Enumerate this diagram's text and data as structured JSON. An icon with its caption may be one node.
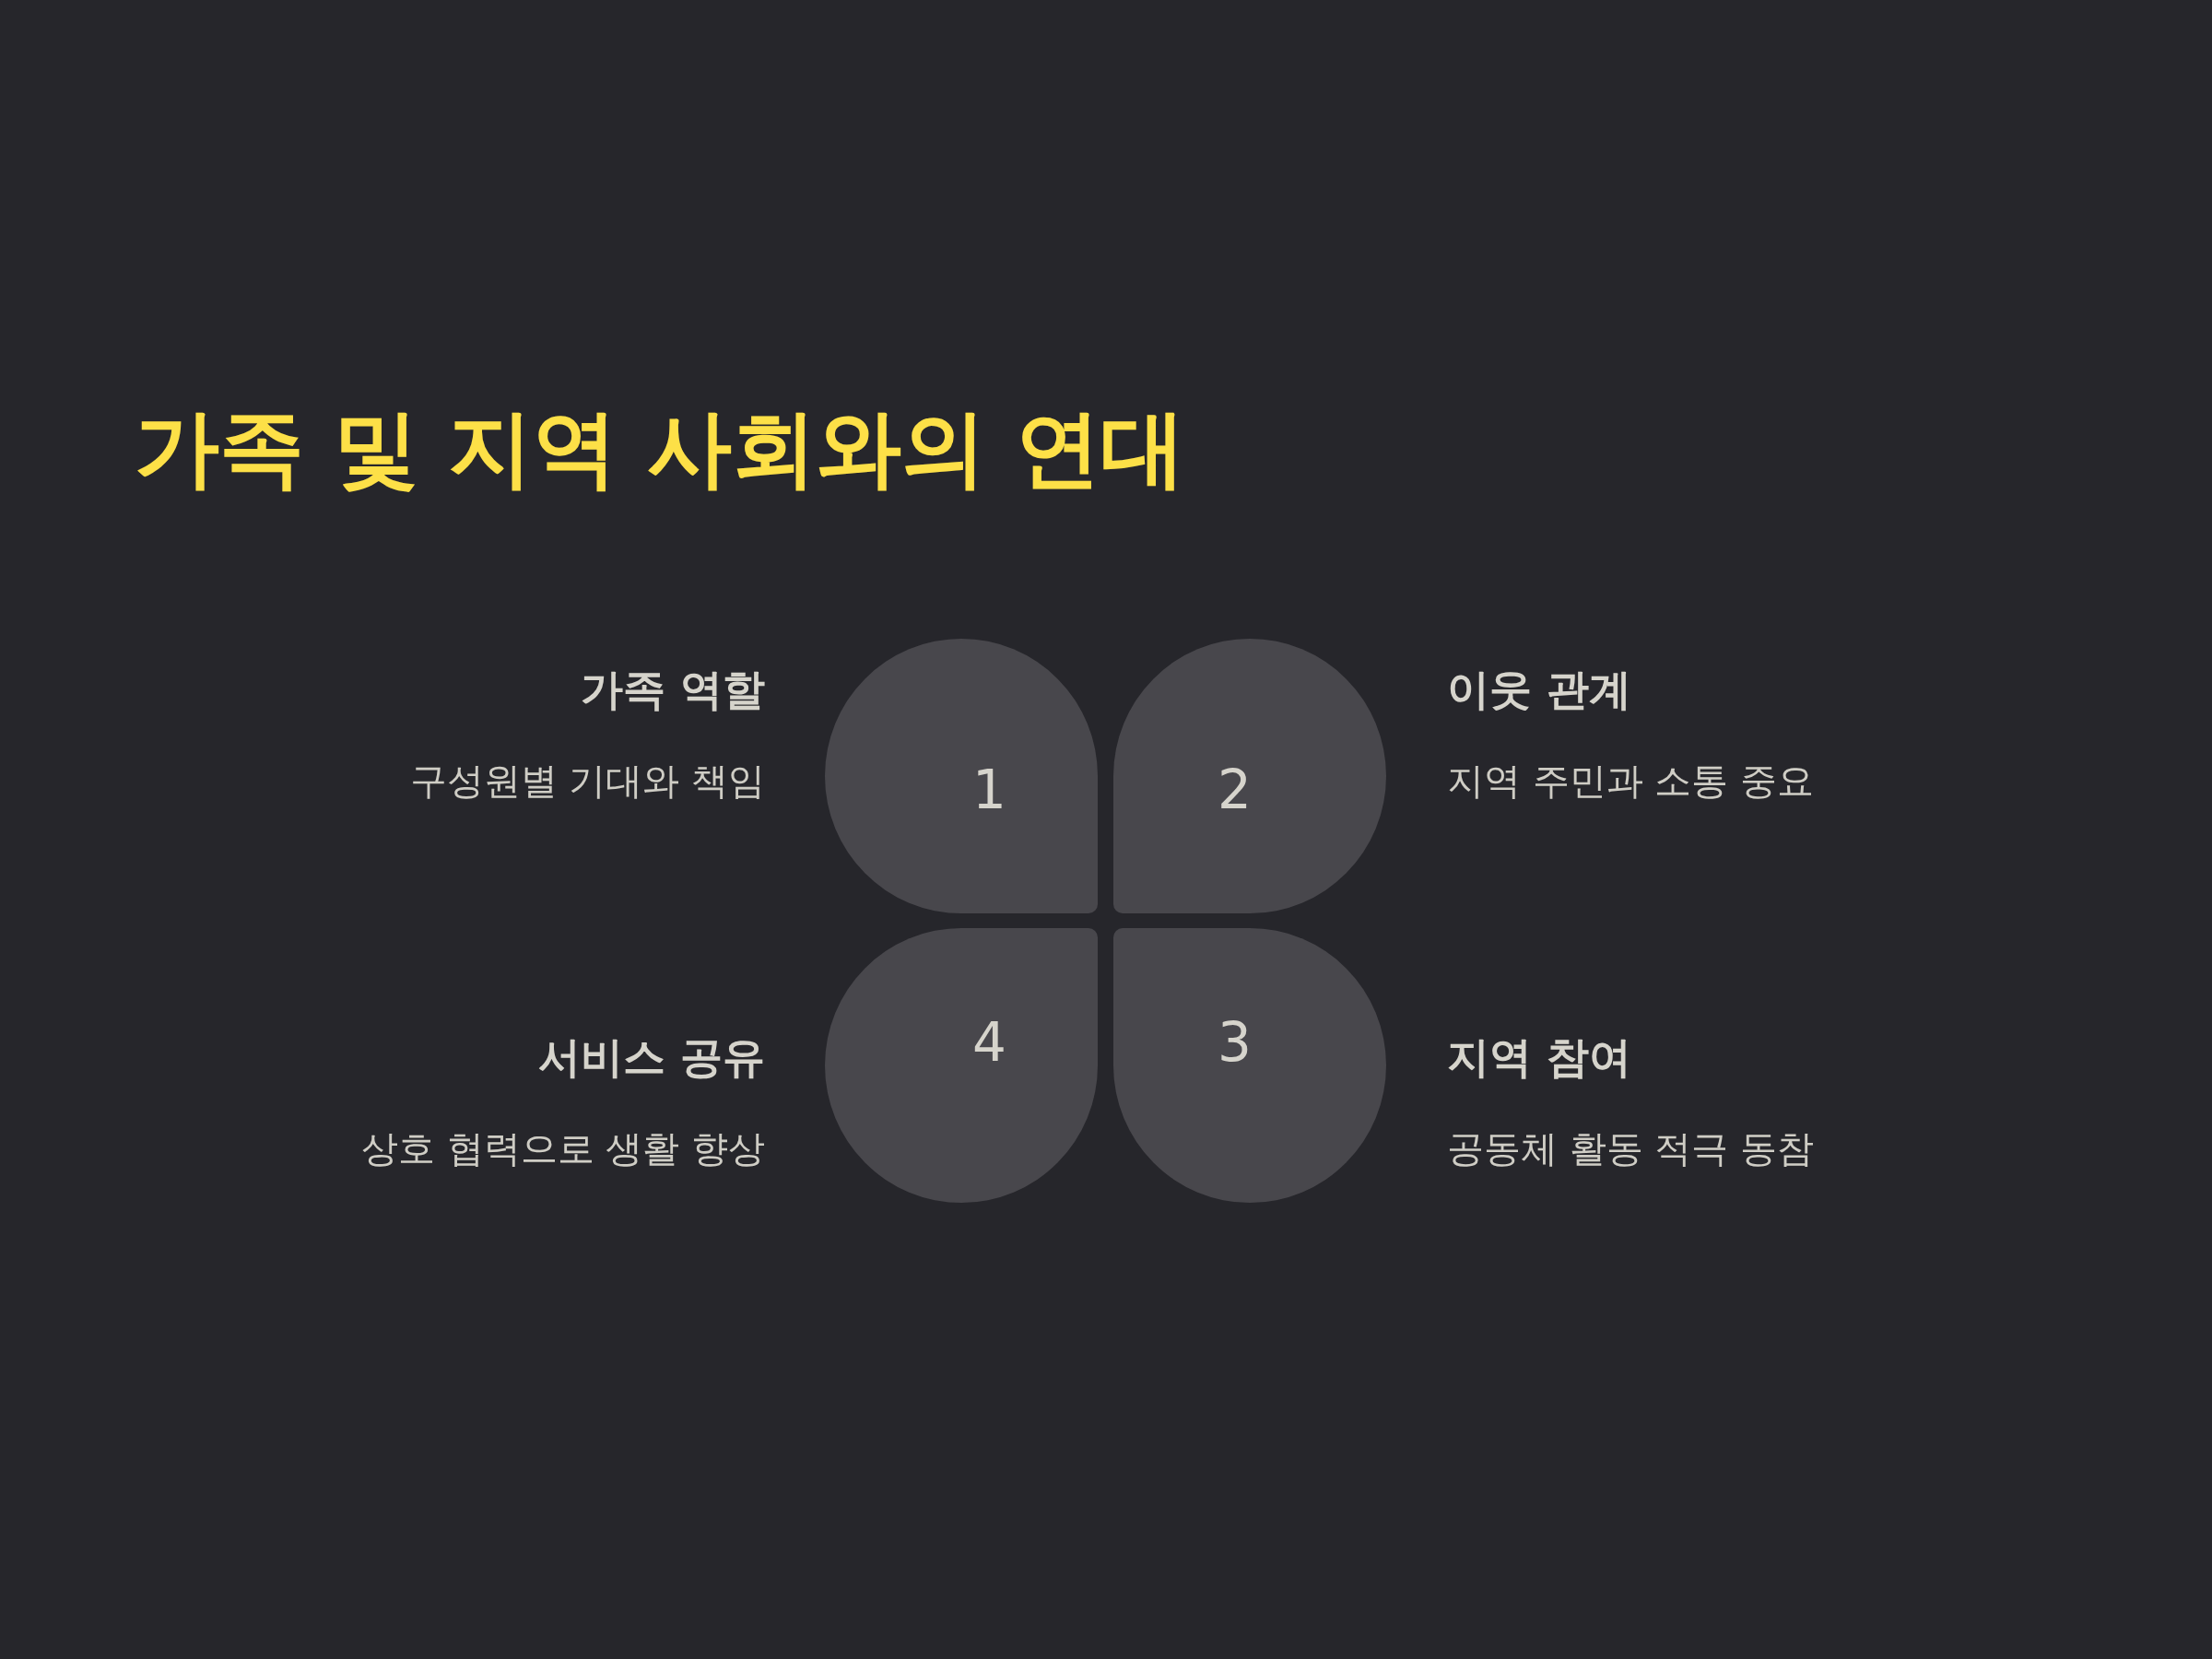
{
  "diagram": {
    "title": "가족 및 지역 사회와의 연대",
    "nodes": [
      {
        "text": [
          "1"
        ],
        "beside": [
          "가족 역할",
          "구성원별 기대와 책임"
        ]
      },
      {
        "text": [
          "2"
        ],
        "beside": [
          "이웃 관계",
          "지역 주민과 소통 중요"
        ]
      },
      {
        "text": [
          "3"
        ],
        "beside": [
          "지역 참여",
          "공동체 활동 적극 동참"
        ]
      },
      {
        "text": [
          "4"
        ],
        "beside": [
          "서비스 공유",
          "상호 협력으로 생활 향상"
        ]
      }
    ]
  }
}
